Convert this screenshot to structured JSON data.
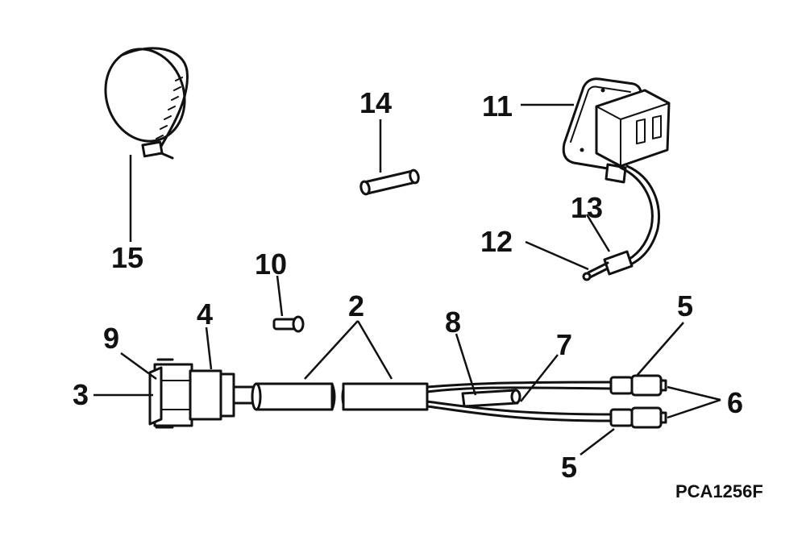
{
  "callouts": {
    "c2": "2",
    "c3": "3",
    "c4": "4",
    "c5a": "5",
    "c5b": "5",
    "c6": "6",
    "c7": "7",
    "c8": "8",
    "c9": "9",
    "c10": "10",
    "c11": "11",
    "c12": "12",
    "c13": "13",
    "c14": "14",
    "c15": "15"
  },
  "figure_code": "PCA1256F"
}
